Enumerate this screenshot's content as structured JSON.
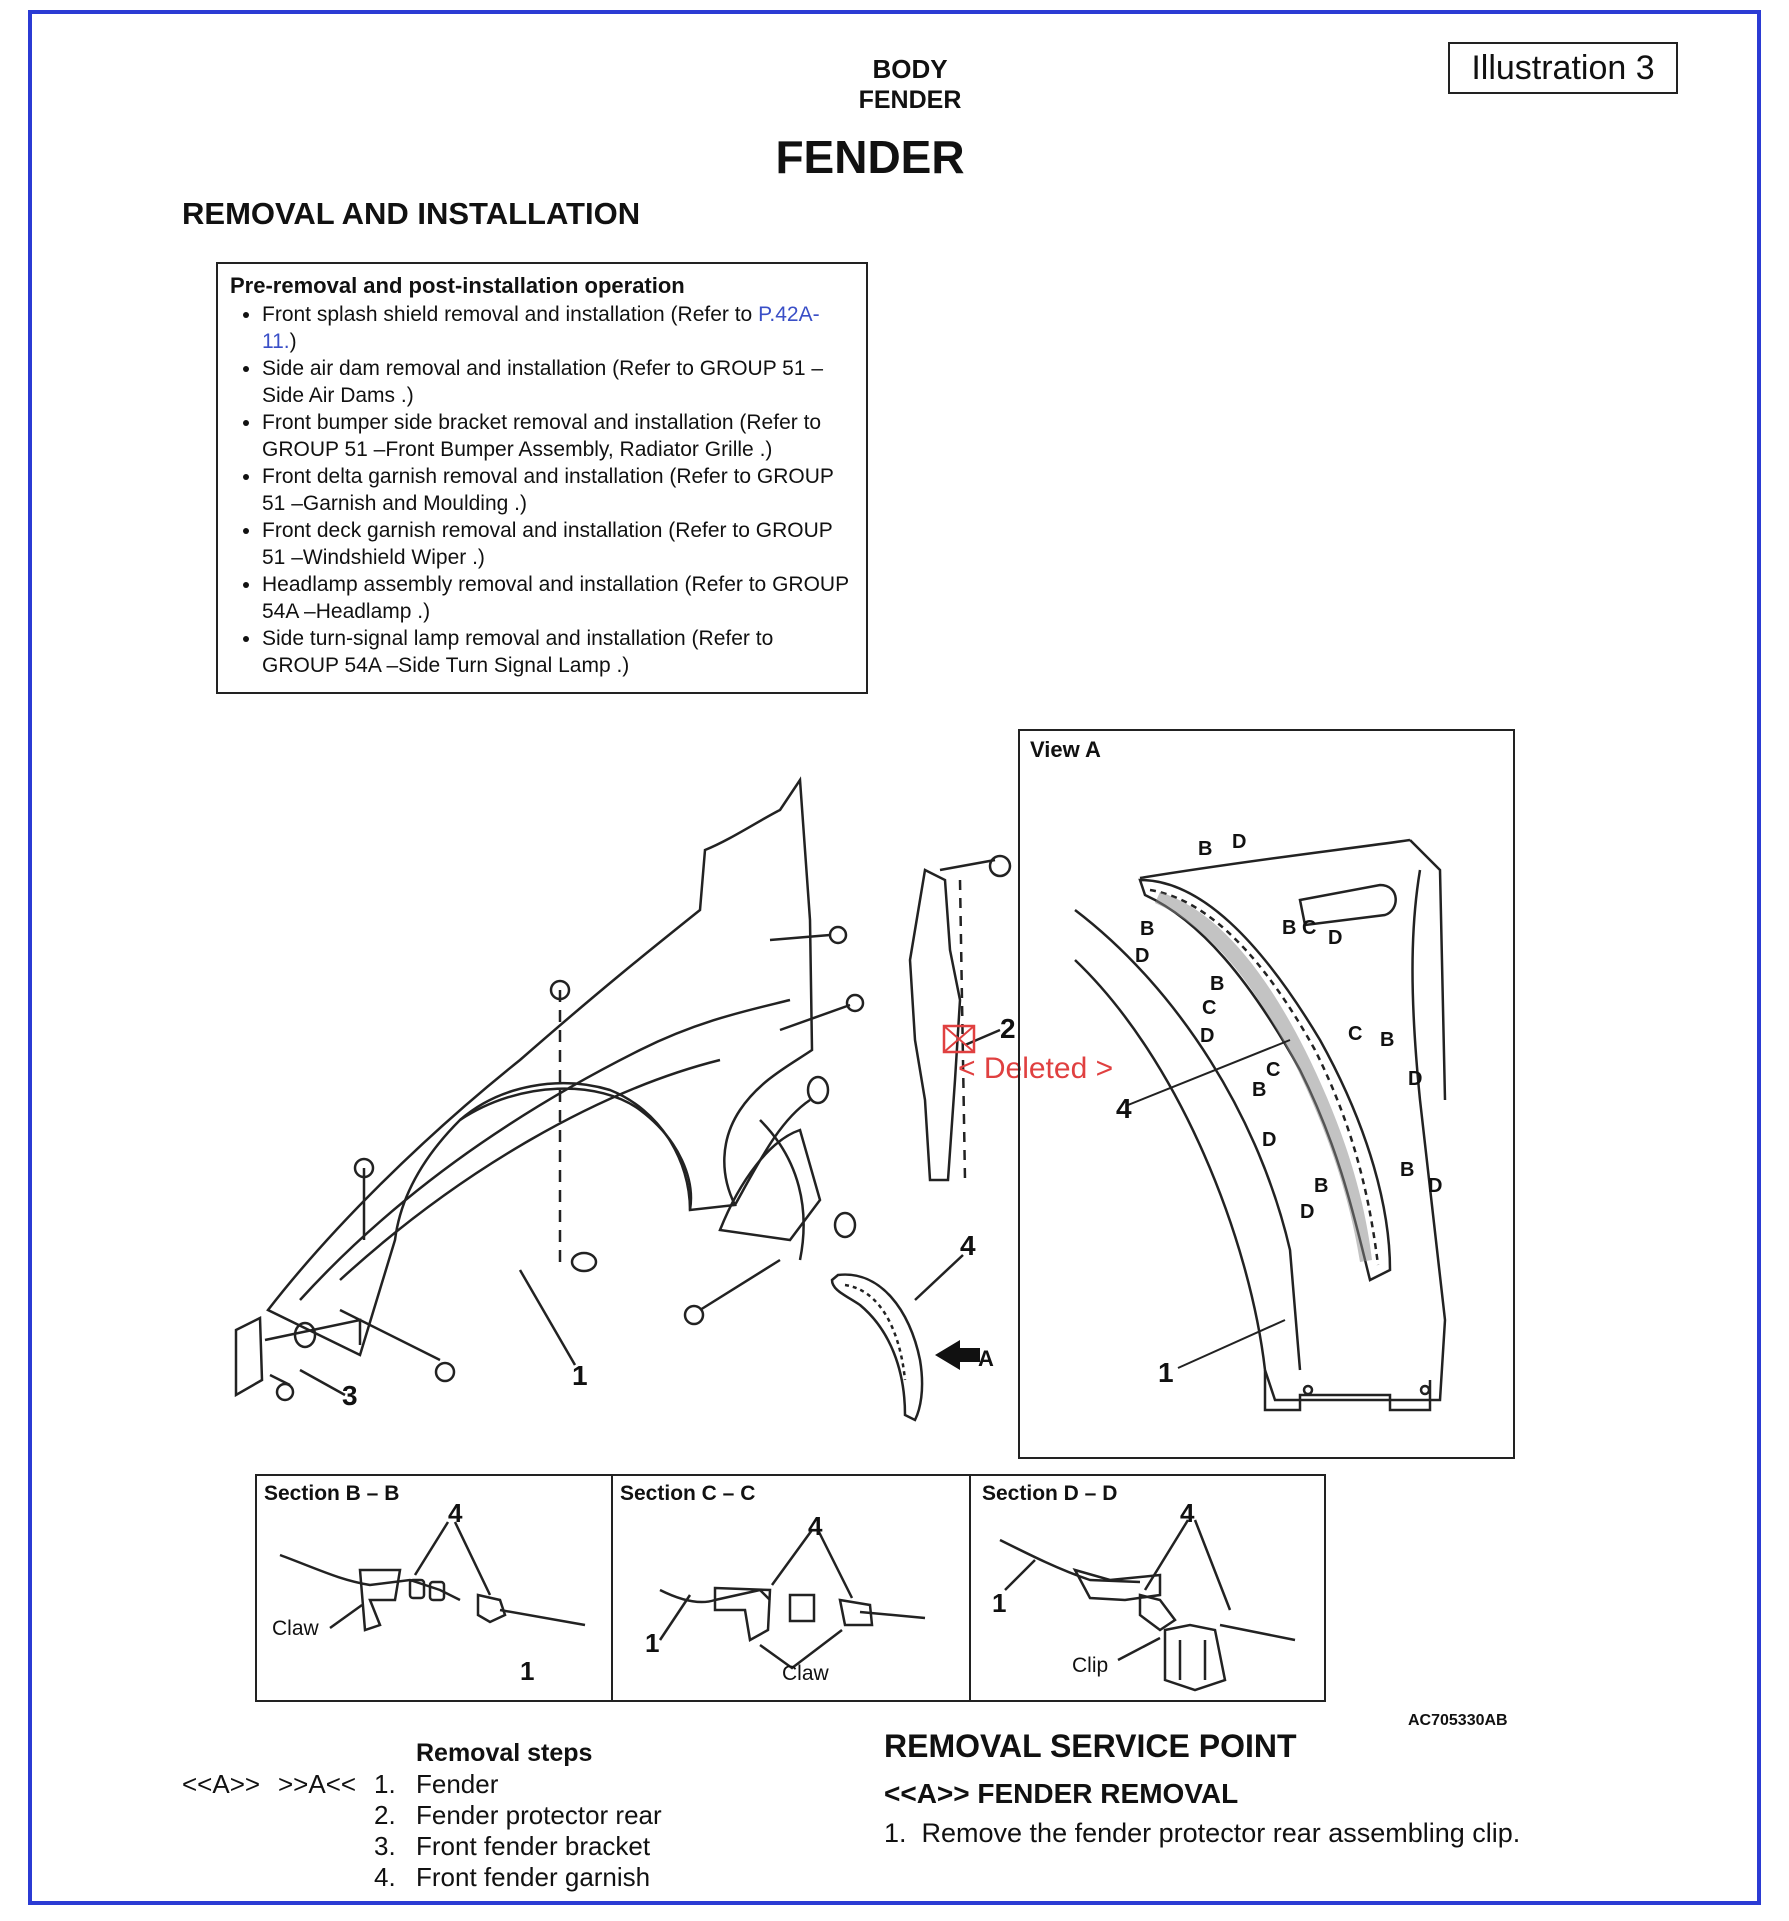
{
  "header": {
    "category": "BODY",
    "subcategory": "FENDER",
    "title": "FENDER",
    "illustration_label": "Illustration 3",
    "section_heading": "REMOVAL AND INSTALLATION"
  },
  "pre_removal": {
    "heading": "Pre-removal and post-installation operation",
    "items": [
      {
        "text": "Front splash shield removal and installation (Refer to ",
        "link": "P.42A-11.",
        "tail": ")"
      },
      {
        "text": "Side air dam removal and installation (Refer to GROUP 51 –Side Air Dams .)",
        "link": "",
        "tail": ""
      },
      {
        "text": "Front bumper side bracket removal and installation (Refer to GROUP 51 –Front Bumper Assembly, Radiator Grille .)",
        "link": "",
        "tail": ""
      },
      {
        "text": "Front delta garnish removal and installation (Refer to GROUP 51 –Garnish and Moulding .)",
        "link": "",
        "tail": ""
      },
      {
        "text": "Front deck garnish removal and installation (Refer to GROUP 51 –Windshield Wiper .)",
        "link": "",
        "tail": ""
      },
      {
        "text": "Headlamp assembly removal and installation (Refer to GROUP 54A –Headlamp .)",
        "link": "",
        "tail": ""
      },
      {
        "text": "Side turn-signal lamp removal and installation (Refer to GROUP 54A –Side Turn Signal Lamp .)",
        "link": "",
        "tail": ""
      }
    ]
  },
  "figure": {
    "callouts": {
      "c1": "1",
      "c2": "2",
      "c3": "3",
      "c4": "4",
      "arrow_a": "A"
    },
    "deleted_label": "< Deleted >",
    "view_a": {
      "title": "View A",
      "labels": {
        "b": "B",
        "c": "C",
        "d": "D",
        "n1": "1",
        "n4": "4"
      }
    },
    "sections": [
      {
        "title": "Section B – B",
        "part": "4",
        "note": "Claw",
        "base": "1"
      },
      {
        "title": "Section C – C",
        "part": "4",
        "note": "Claw",
        "base": "1"
      },
      {
        "title": "Section D – D",
        "part": "4",
        "note": "Clip",
        "base": "1"
      }
    ],
    "figure_code": "AC705330AB"
  },
  "removal_steps": {
    "heading": "Removal steps",
    "marker_a": "<<A>>",
    "marker_b": ">>A<<",
    "steps": [
      {
        "num": "1.",
        "label": "Fender"
      },
      {
        "num": "2.",
        "label": "Fender protector rear"
      },
      {
        "num": "3.",
        "label": "Front fender bracket"
      },
      {
        "num": "4.",
        "label": "Front fender garnish"
      }
    ]
  },
  "service_point": {
    "heading": "REMOVAL SERVICE POINT",
    "subheading": "<<A>> FENDER REMOVAL",
    "instruction": "1.  Remove the fender protector rear assembling clip."
  },
  "colors": {
    "frame": "#2b3bd4",
    "deleted": "#e04040",
    "link": "#3a4fc7"
  }
}
